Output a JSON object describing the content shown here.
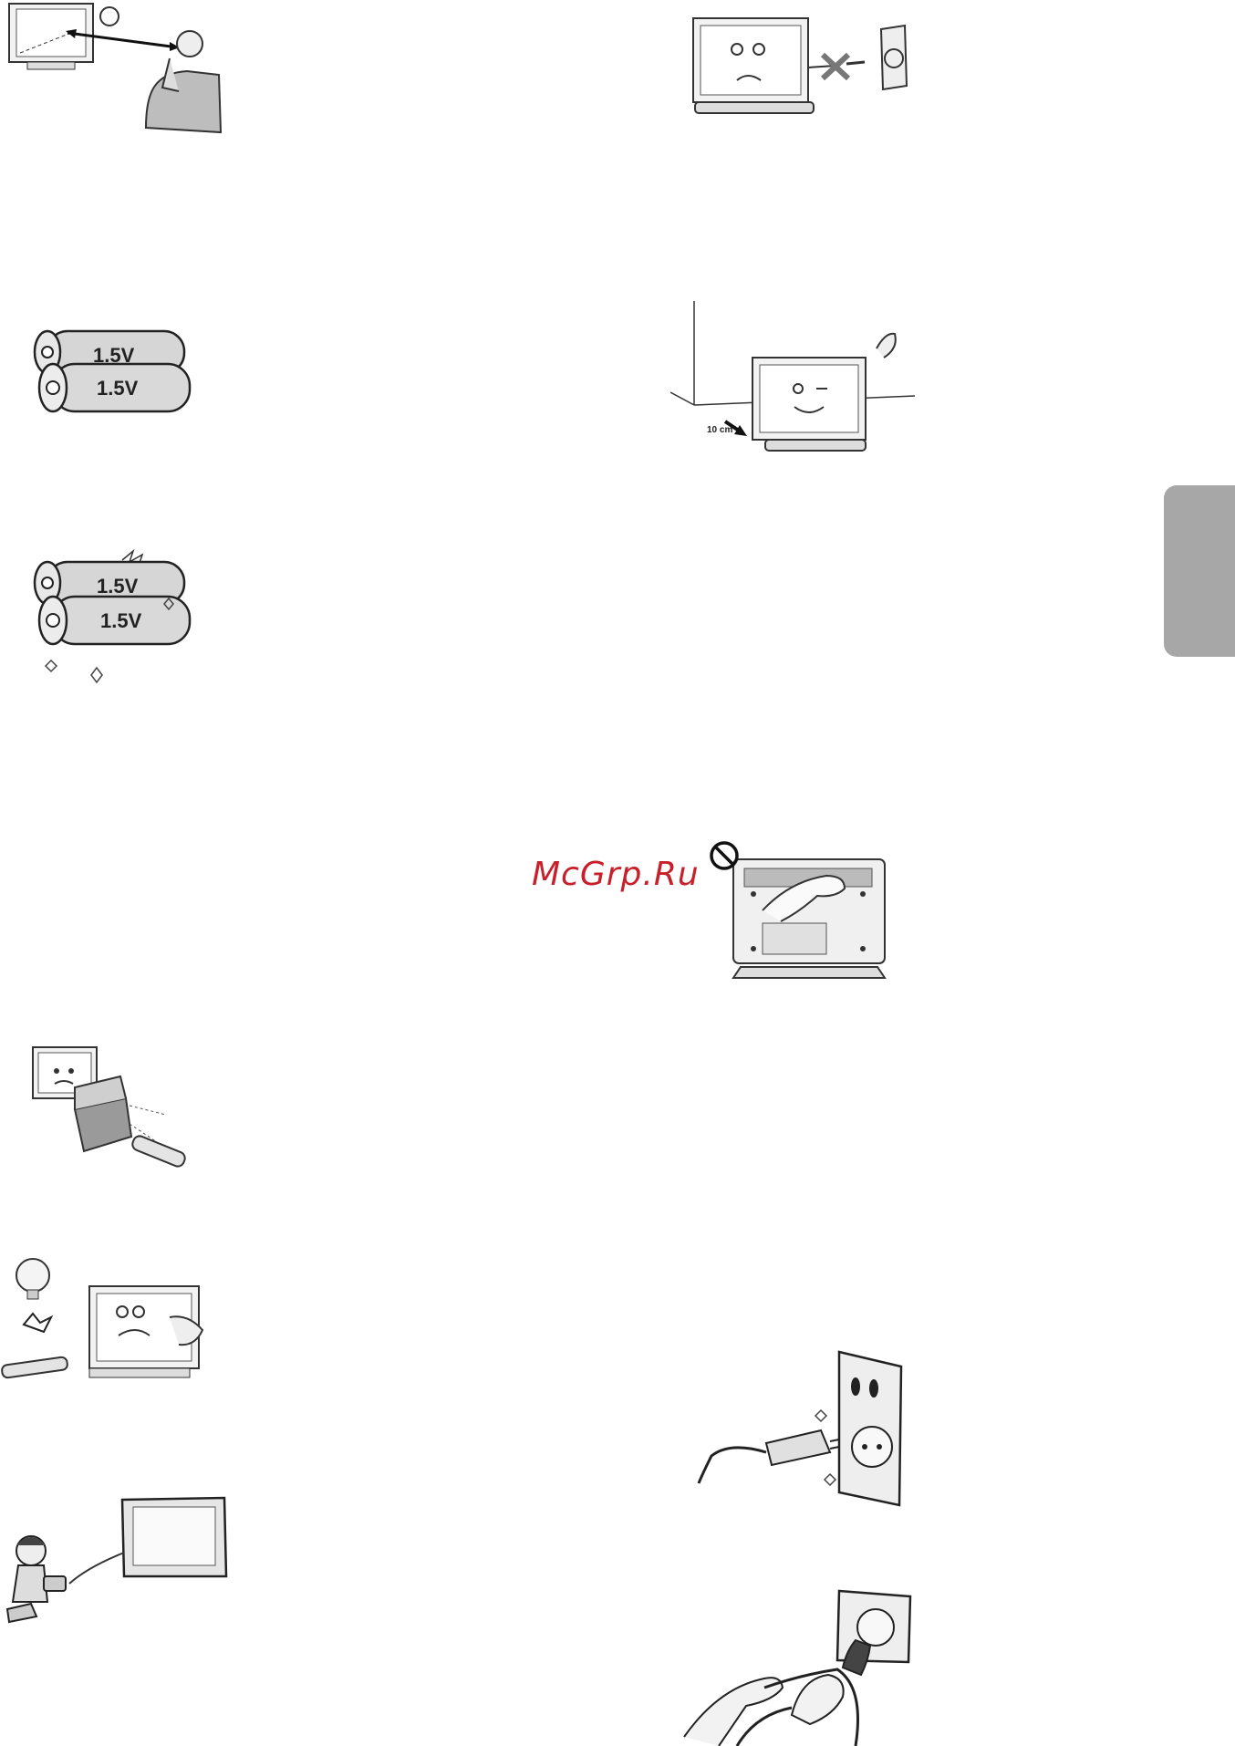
{
  "watermark": {
    "text": "McGrp.Ru",
    "color": "#c8202a"
  },
  "side_tab": {
    "color": "#a7a7a7"
  },
  "illustrations": {
    "battery_new": {
      "label_top": "1.5V",
      "label_bottom": "1.5V"
    },
    "battery_old": {
      "label_top": "1.5V",
      "label_bottom": "1.5V"
    },
    "wall_distance": {
      "label": "10 cm"
    }
  }
}
